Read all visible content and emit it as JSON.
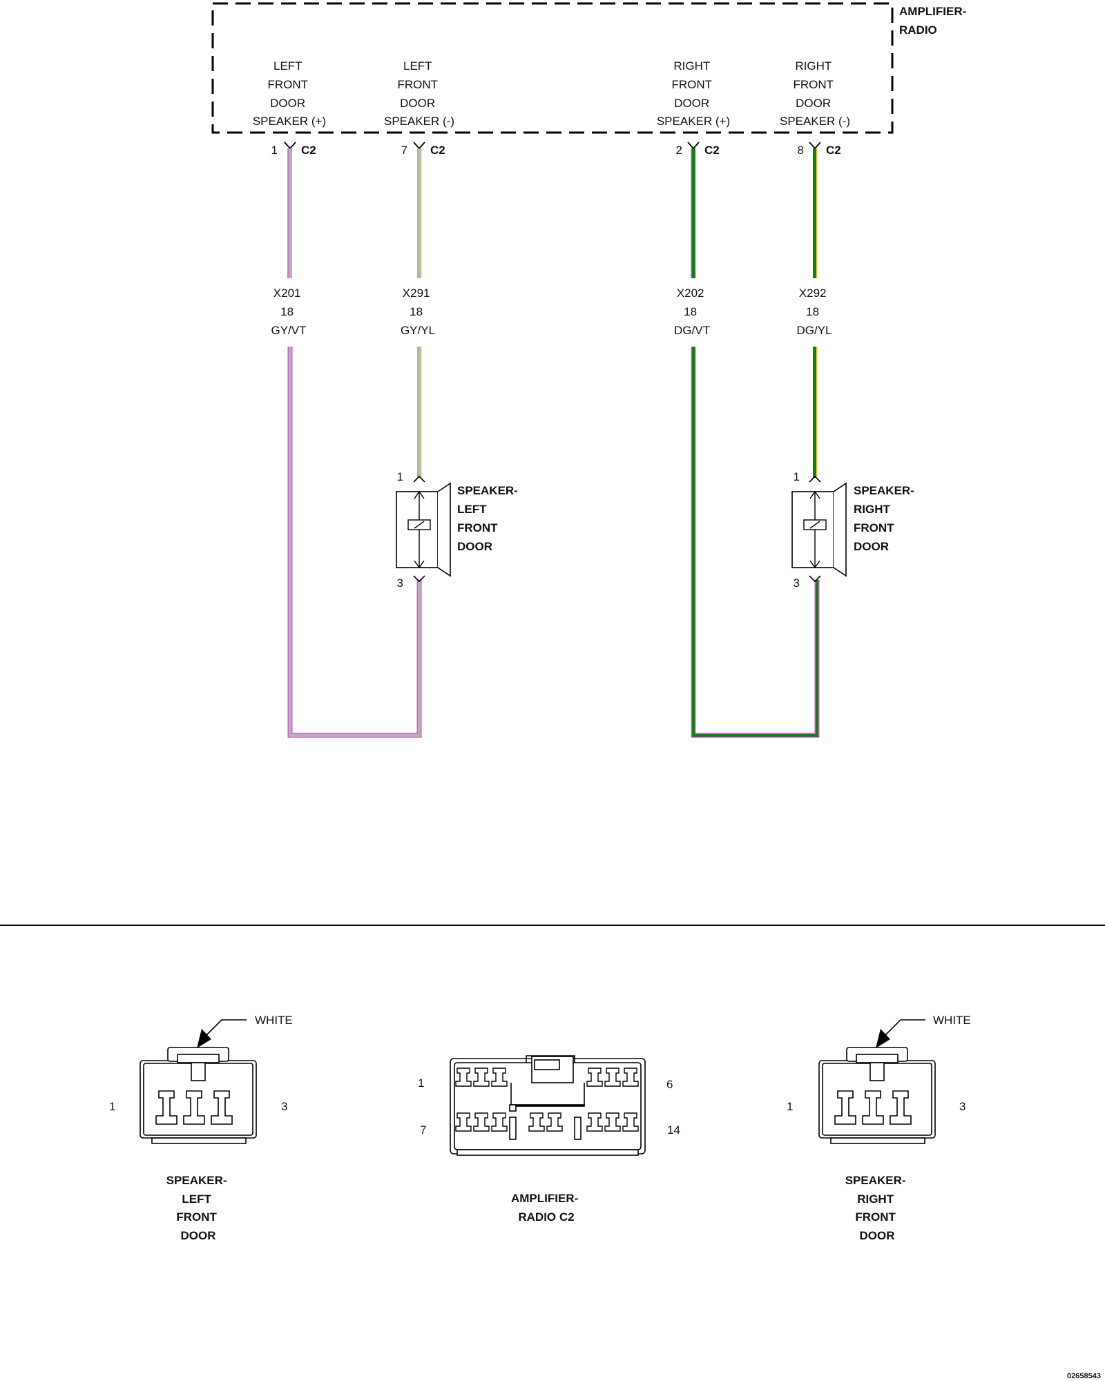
{
  "module": {
    "title_lines": [
      "AMPLIFIER-",
      "RADIO"
    ]
  },
  "pins": [
    {
      "label_lines": [
        "LEFT",
        "FRONT",
        "DOOR",
        "SPEAKER (+)"
      ],
      "pin": "1",
      "connector": "C2",
      "circuit": "X201",
      "gauge": "18",
      "color": "GY/VT"
    },
    {
      "label_lines": [
        "LEFT",
        "FRONT",
        "DOOR",
        "SPEAKER (-)"
      ],
      "pin": "7",
      "connector": "C2",
      "circuit": "X291",
      "gauge": "18",
      "color": "GY/YL"
    },
    {
      "label_lines": [
        "RIGHT",
        "FRONT",
        "DOOR",
        "SPEAKER (+)"
      ],
      "pin": "2",
      "connector": "C2",
      "circuit": "X202",
      "gauge": "18",
      "color": "DG/VT"
    },
    {
      "label_lines": [
        "RIGHT",
        "FRONT",
        "DOOR",
        "SPEAKER (-)"
      ],
      "pin": "8",
      "connector": "C2",
      "circuit": "X292",
      "gauge": "18",
      "color": "DG/YL"
    }
  ],
  "speakers": [
    {
      "title_lines": [
        "SPEAKER-",
        "LEFT",
        "FRONT",
        "DOOR"
      ],
      "pin_top": "1",
      "pin_bottom": "3"
    },
    {
      "title_lines": [
        "SPEAKER-",
        "RIGHT",
        "FRONT",
        "DOOR"
      ],
      "pin_top": "1",
      "pin_bottom": "3"
    }
  ],
  "connector_views": [
    {
      "title_lines": [
        "SPEAKER-",
        "LEFT",
        "FRONT",
        "DOOR"
      ],
      "pointer_label": "WHITE",
      "pin_left": "1",
      "pin_right": "3"
    },
    {
      "title_lines": [
        "AMPLIFIER-",
        "RADIO C2"
      ],
      "pin_top_left": "1",
      "pin_top_right": "6",
      "pin_bottom_left": "7",
      "pin_bottom_right": "14"
    },
    {
      "title_lines": [
        "SPEAKER-",
        "RIGHT",
        "FRONT",
        "DOOR"
      ],
      "pointer_label": "WHITE",
      "pin_left": "1",
      "pin_right": "3"
    }
  ],
  "figure_id": "02658543",
  "colors": {
    "gray": "#b4b4b4",
    "violet": "#d25ad2",
    "yellow": "#f2f23a",
    "dark_green": "#1a7a1a",
    "green": "#2faa2f"
  }
}
